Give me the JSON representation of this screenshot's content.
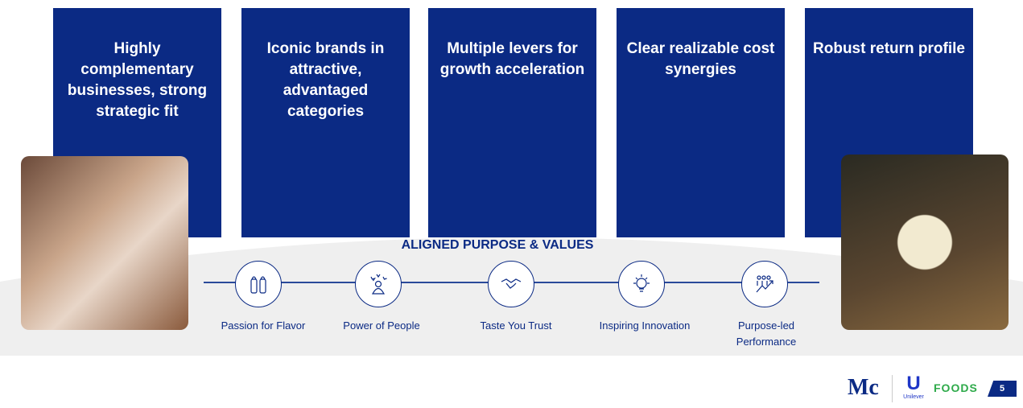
{
  "pillars": [
    "Highly complementary businesses, strong strategic fit",
    "Iconic brands in attractive, advantaged categories",
    "Multiple levers for growth acceleration",
    "Clear realizable cost synergies",
    "Robust return profile"
  ],
  "values_title": "ALIGNED PURPOSE & VALUES",
  "values": [
    {
      "label": "Passion for Flavor",
      "icon": "salt-pepper-icon"
    },
    {
      "label": "Power of People",
      "icon": "person-stars-icon"
    },
    {
      "label": "Taste You Trust",
      "icon": "handshake-icon"
    },
    {
      "label": "Inspiring Innovation",
      "icon": "lightbulb-icon"
    },
    {
      "label": "Purpose-led Performance",
      "icon": "people-growth-icon"
    }
  ],
  "logos": {
    "mccormick": "Mc",
    "unilever": "Unilever",
    "foods": "FOODS"
  },
  "page_number": "5",
  "colors": {
    "brand": "#0b2a84",
    "band": "#efefef"
  }
}
